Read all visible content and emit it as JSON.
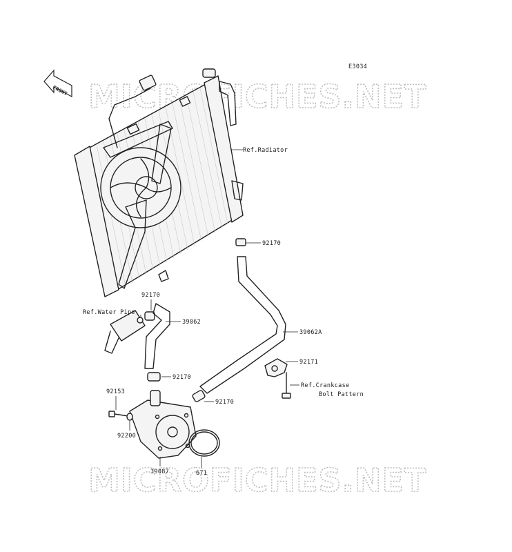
{
  "diagram_code": "E3034",
  "front_marker": "FRONT",
  "watermarks": [
    "MICROFICHES.NET",
    "MICROFICHES.NET"
  ],
  "callouts": {
    "ref_radiator": "Ref.Radiator",
    "p92170_a": "92170",
    "p92170_b": "92170",
    "ref_water_pipe": "Ref.Water Pipe",
    "p39062": "39062",
    "p39062a": "39062A",
    "p92171": "92171",
    "ref_crankcase_line1": "Ref.Crankcase",
    "ref_crankcase_line2": "Bolt Pattern",
    "p92170_c": "92170",
    "p92170_d": "92170",
    "p92153": "92153",
    "p92200": "92200",
    "p39087": "39087",
    "p671": "671"
  }
}
